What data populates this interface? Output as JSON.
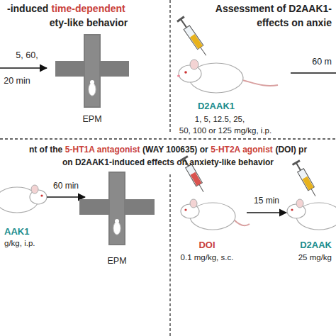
{
  "diagram": {
    "labels": [
      "-induced",
      "time-dependent",
      "ety-like behavior",
      "5, 60,",
      "20 min",
      "EPM",
      "Assessment of D2AAK1-",
      "effects on anxie",
      "D2AAK1",
      "1, 5, 12.5, 25,",
      "50, 100 or 125 mg/kg, i.p.",
      "60 m",
      "nt of the",
      "5-HT1A antagonist",
      "(WAY 100635) or",
      "5-HT2A agonist",
      "(DOI) pr",
      "on D2AAK1-induced effects on anxiety-like behavior",
      "60 min",
      "AAK1",
      "g/kg, i.p.",
      "EPM",
      "DOI",
      "0.1 mg/kg, s.c.",
      "15 min",
      "D2AAK",
      "25 mg/kg"
    ]
  }
}
